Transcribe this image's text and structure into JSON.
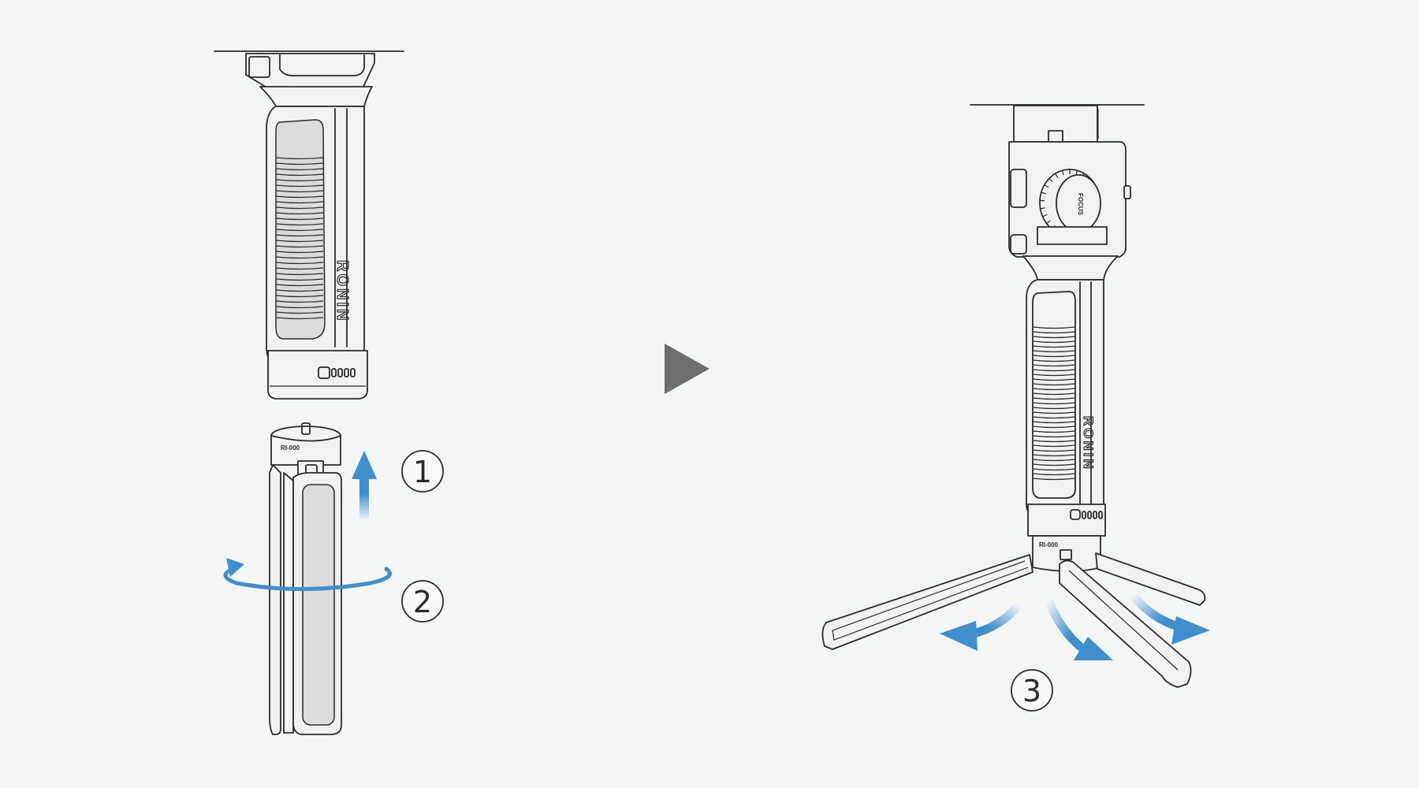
{
  "figure": {
    "handle_brand": "RONIN",
    "tripod_code": "RI-000",
    "focus_label": "FOCUS",
    "steps": [
      "1",
      "2",
      "3"
    ]
  },
  "colors": {
    "background": "#f4f5f5",
    "line": "#2b2b2b",
    "arrow_blue": "#3f8fcf",
    "play_arrow": "#6e6e6e"
  }
}
